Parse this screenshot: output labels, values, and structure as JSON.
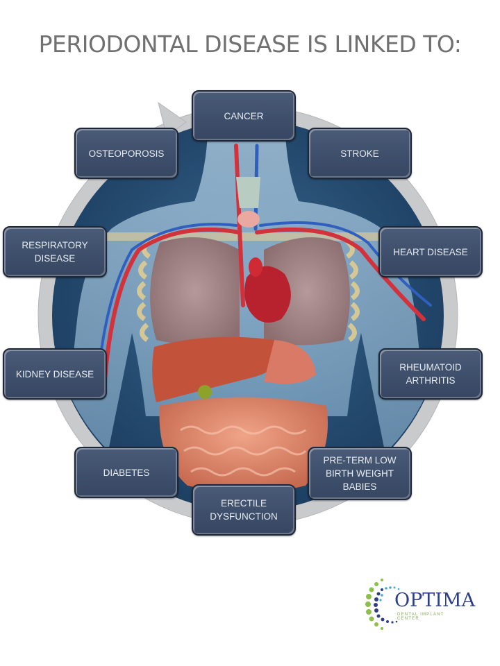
{
  "title": "PERIODONTAL DISEASE IS LINKED TO:",
  "diagram": {
    "type": "circular-cycle",
    "center_image": "human-torso-anatomy (thyroid, lungs, ribcage, heart, blood vessels, liver, stomach, intestines)",
    "colors": {
      "box_fill": "#3f506c",
      "box_border": "#1d2738",
      "box_text": "#e8ecf2",
      "ring": "#c9cacc",
      "circle_bg": "#244a6e",
      "title_text": "#707070"
    },
    "items": [
      {
        "label": "CANCER"
      },
      {
        "label": "STROKE"
      },
      {
        "label": "HEART DISEASE"
      },
      {
        "label": "RHEUMATOID\nARTHRITIS"
      },
      {
        "label": "PRE-TERM LOW\nBIRTH WEIGHT\nBABIES"
      },
      {
        "label": "ERECTILE\nDYSFUNCTION"
      },
      {
        "label": "DIABETES"
      },
      {
        "label": "KIDNEY DISEASE"
      },
      {
        "label": "RESPIRATORY\nDISEASE"
      },
      {
        "label": "OSTEOPOROSIS"
      }
    ]
  },
  "logo": {
    "name": "OPTIMA",
    "tagline": "DENTAL IMPLANT CENTER",
    "colors": {
      "navy": "#2f3f86",
      "green": "#8cc04a",
      "teal": "#4aa8c8"
    }
  }
}
